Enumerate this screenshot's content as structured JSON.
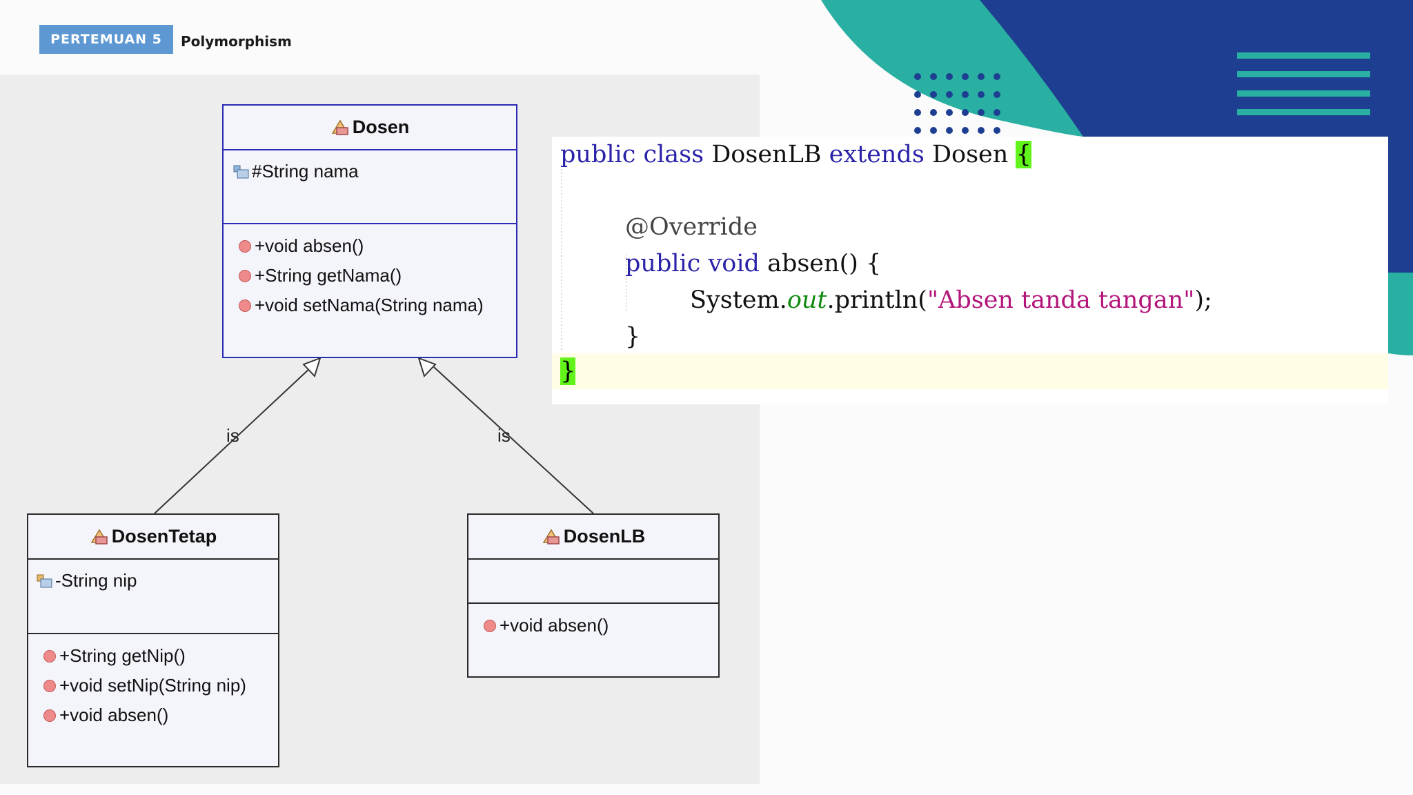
{
  "header": {
    "badge": "PERTEMUAN 5",
    "topic": "Polymorphism"
  },
  "colors": {
    "badge": "#5d98d2",
    "teal": "#2ab0a3",
    "navy": "#1e3f91",
    "uml_border": "#2b2bb3",
    "brace_highlight": "#62f41a"
  },
  "uml": {
    "dosen": {
      "name": "Dosen",
      "attributes": [
        "#String nama"
      ],
      "methods": [
        "+void absen()",
        "+String getNama()",
        "+void setNama(String nama)"
      ]
    },
    "dosen_tetap": {
      "name": "DosenTetap",
      "attributes": [
        "-String nip"
      ],
      "methods": [
        "+String getNip()",
        "+void setNip(String nip)",
        "+void absen()"
      ]
    },
    "dosen_lb": {
      "name": "DosenLB",
      "attributes": [],
      "methods": [
        "+void absen()"
      ]
    },
    "relations": [
      {
        "from": "DosenTetap",
        "to": "Dosen",
        "label": "is"
      },
      {
        "from": "DosenLB",
        "to": "Dosen",
        "label": "is"
      }
    ]
  },
  "code": {
    "kw_public": "public",
    "kw_class": "class",
    "class_name": "DosenLB",
    "kw_extends": "extends",
    "parent": "Dosen",
    "open_brace": "{",
    "annotation": "@Override",
    "kw_void": "void",
    "method_sig": "absen() {",
    "system": "System.",
    "out": "out",
    "println": ".println(",
    "string_literal": "\"Absen tanda tangan\"",
    "stmt_end": ");",
    "close_method": "}",
    "close_class": "}"
  }
}
